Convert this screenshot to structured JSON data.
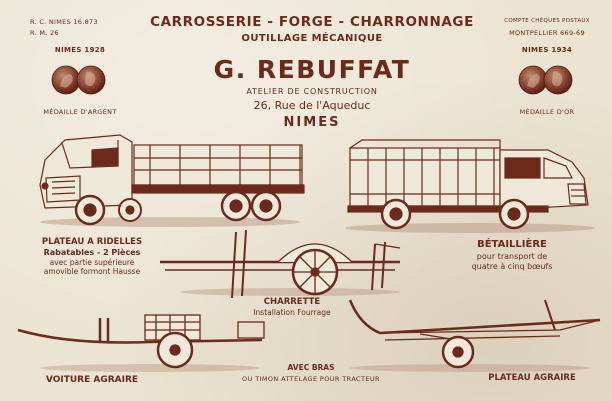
{
  "header": {
    "reg_left_1": "R. C.  NIMES  16.873",
    "reg_left_2": "R. M.                    26",
    "reg_right_1": "COMPTE CHÈQUES POSTAUX",
    "reg_right_2": "MONTPELLIER 669-69",
    "headline": "CARROSSERIE - FORGE - CHARRONNAGE",
    "subheadline": "OUTILLAGE MÉCANIQUE",
    "company": "G. REBUFFAT",
    "tagline": "ATELIER DE CONSTRUCTION",
    "address": "26, Rue de l'Aqueduc",
    "city": "NIMES"
  },
  "medals": {
    "left_year": "NIMES 1928",
    "left_label": "MÉDAILLE D'ARGENT",
    "right_year": "NIMES 1934",
    "right_label": "MÉDAILLE D'OR"
  },
  "products": {
    "plateau_title": "PLATEAU A RIDELLES",
    "plateau_line1": "Rabatables - 2 Pièces",
    "plateau_line2": "avec partie supérieure",
    "plateau_line3": "amovible formont Hausse",
    "betail_title": "BÉTAILLIÈRE",
    "betail_line1": "pour transport de",
    "betail_line2": "quatre à cinq bœufs",
    "charrette_title": "CHARRETTE",
    "charrette_line1": "Installation Fourrage",
    "voiture_title": "VOITURE AGRAIRE",
    "bras_title": "AVEC BRAS",
    "bras_line1": "OU TIMON ATTELAGE POUR TRACTEUR",
    "plateau_agraire_title": "PLATEAU AGRAIRE"
  },
  "colors": {
    "ink": "#6b2a1c",
    "paper": "#ebe4d2"
  }
}
